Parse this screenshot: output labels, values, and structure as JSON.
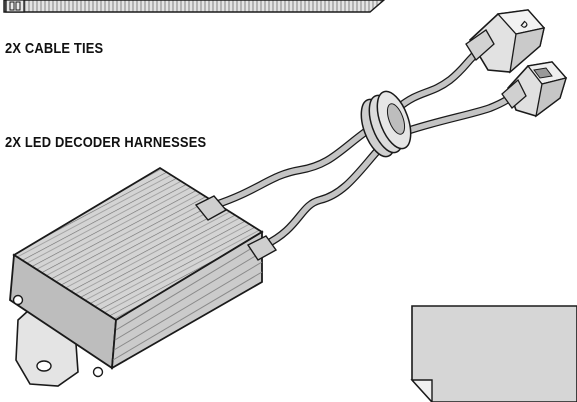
{
  "labels": {
    "cable_ties": "2X CABLE TIES",
    "decoder_harnesses": "2X LED DECODER HARNESSES"
  },
  "colors": {
    "outline": "#1a1a1a",
    "body_fill": "#d9d9d9",
    "body_dark": "#a8a8a8",
    "wire_fill": "#bdbdbd",
    "paper_fill": "#d6d6d6"
  },
  "items": [
    {
      "name": "cable-tie",
      "quantity": 2
    },
    {
      "name": "led-decoder-harness",
      "quantity": 2
    },
    {
      "name": "instruction-sheet"
    }
  ]
}
